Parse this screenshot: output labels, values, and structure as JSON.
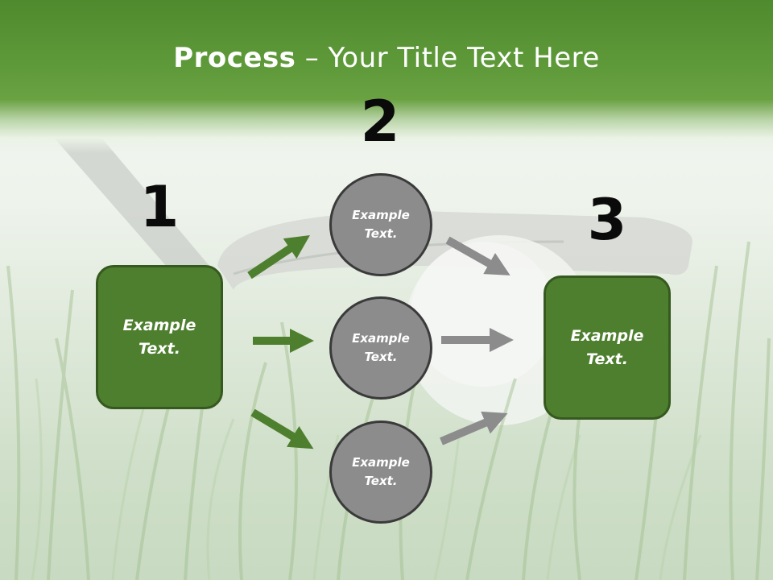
{
  "slide": {
    "title_bold": "Process",
    "title_rest": " – Your Title Text Here"
  },
  "steps": [
    {
      "number": "1"
    },
    {
      "number": "2"
    },
    {
      "number": "3"
    }
  ],
  "left_box": {
    "text": "Example Text."
  },
  "right_box": {
    "text": "Example Text."
  },
  "circles": [
    {
      "text": "Example Text."
    },
    {
      "text": "Example Text."
    },
    {
      "text": "Example Text."
    }
  ],
  "colors": {
    "header_green": "#5f9a3a",
    "box_green": "#4e7f2e",
    "arrow_green": "#4e7f2e",
    "circle_gray": "#8c8c8c",
    "arrow_gray": "#8c8c8c"
  }
}
